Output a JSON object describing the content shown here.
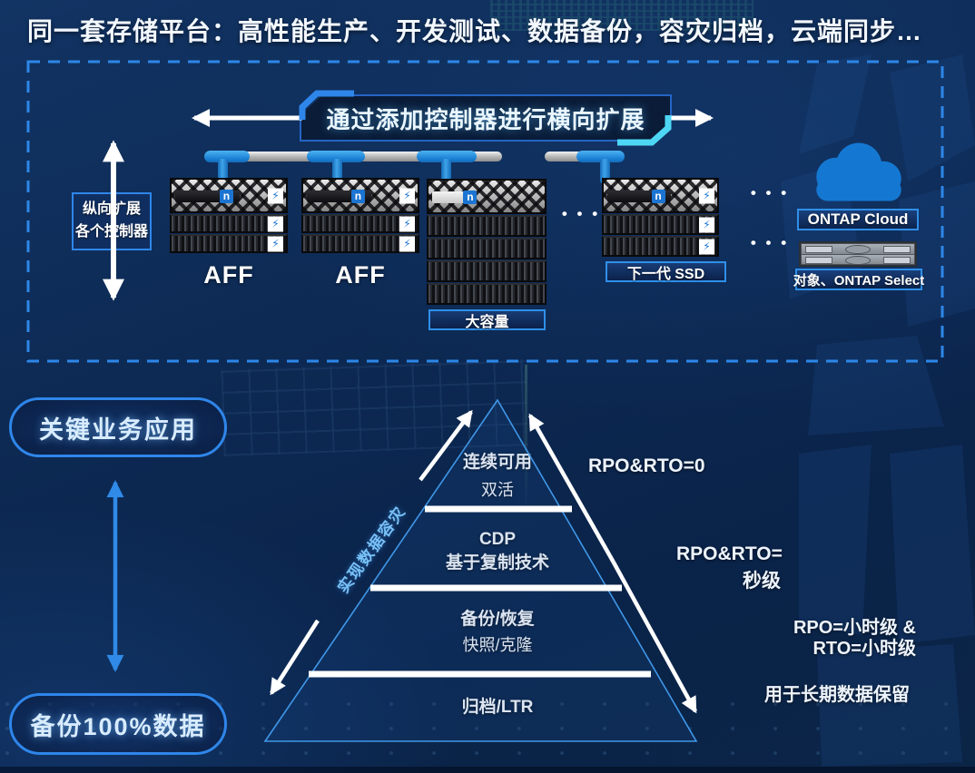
{
  "title": "同一套存储平台：高性能生产、开发测试、数据备份，容灾归档，云端同步…",
  "scale_out_banner": "通过添加控制器进行横向扩展",
  "scale_up_label": {
    "line1": "纵向扩展",
    "line2": "各个控制器"
  },
  "devices": {
    "aff1": "AFF",
    "aff2": "AFF",
    "capacity_tag": "大容量",
    "ssd_tag": "下一代 SSD",
    "cloud_tag": "ONTAP Cloud",
    "object_tag": "对象、ONTAP Select",
    "ellipsis": "• • •"
  },
  "left_flow": {
    "top_pill": "关键业务应用",
    "bottom_pill": "备份100%数据"
  },
  "pyramid": {
    "side_label": "实现数据容灾",
    "levels": [
      {
        "title": "连续可用",
        "subtitle": "双活"
      },
      {
        "title": "CDP",
        "subtitle": "基于复制技术"
      },
      {
        "title": "备份/恢复",
        "subtitle": "快照/克隆"
      },
      {
        "title": "归档/LTR",
        "subtitle": ""
      }
    ]
  },
  "annotations": {
    "rpo_zero": "RPO&RTO=0",
    "rpo_seconds_line1": "RPO&RTO=",
    "rpo_seconds_line2": "秒级",
    "rpo_hours_line1": "RPO=小时级 &",
    "rpo_hours_line2": "RTO=小时级",
    "long_term": "用于长期数据保留"
  },
  "icons": {
    "lightning": "⚡"
  },
  "logos": {
    "netapp": "n"
  },
  "colors": {
    "background": "#0c2750",
    "accent_blue": "#2f86ea",
    "accent_cyan": "#4ed7f4",
    "pipe_blue": "#2b93e0",
    "cloud_blue": "#1478d2",
    "pyramid_stroke": "#3f97e8",
    "side_label_blue": "#79c2f7",
    "arrow_white": "#ffffff"
  }
}
